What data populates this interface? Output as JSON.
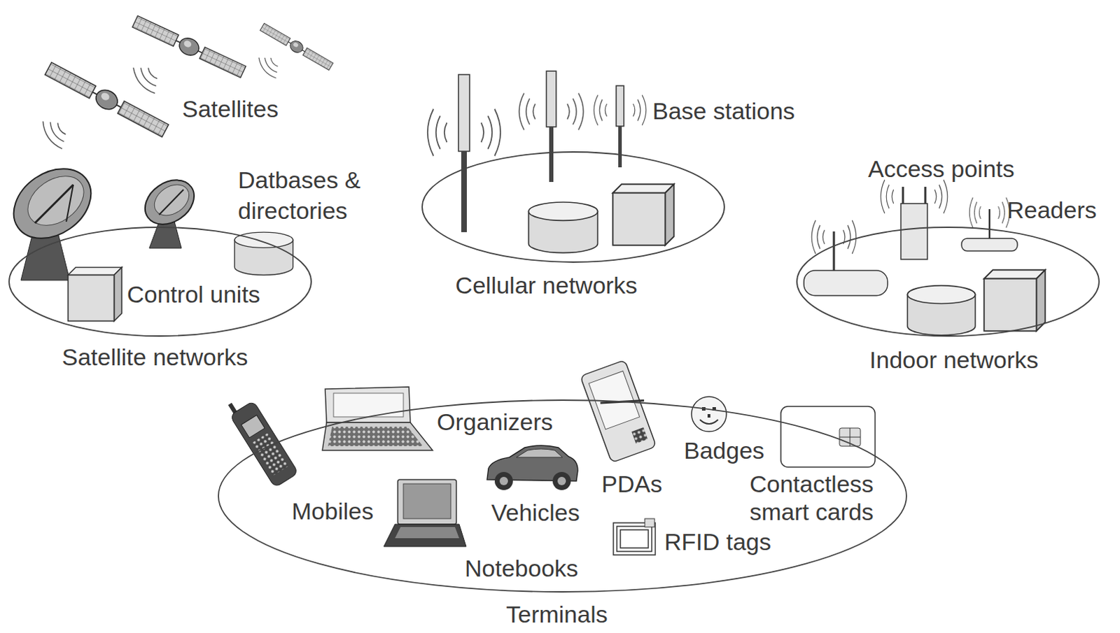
{
  "diagram": {
    "nodes": [
      {
        "text": [
          "Satellite networks"
        ]
      },
      {
        "text": [
          "Cellular networks"
        ]
      },
      {
        "text": [
          "Indoor networks"
        ]
      },
      {
        "text": [
          "Terminals"
        ]
      }
    ],
    "labels": [
      "Satellites",
      "Datbases & directories",
      "Control units",
      "Base stations",
      "Access points",
      "Readers",
      "Organizers",
      "Mobiles",
      "Vehicles",
      "Notebooks",
      "PDAs",
      "Badges",
      "Contactless smart cards",
      "RFID tags"
    ]
  }
}
